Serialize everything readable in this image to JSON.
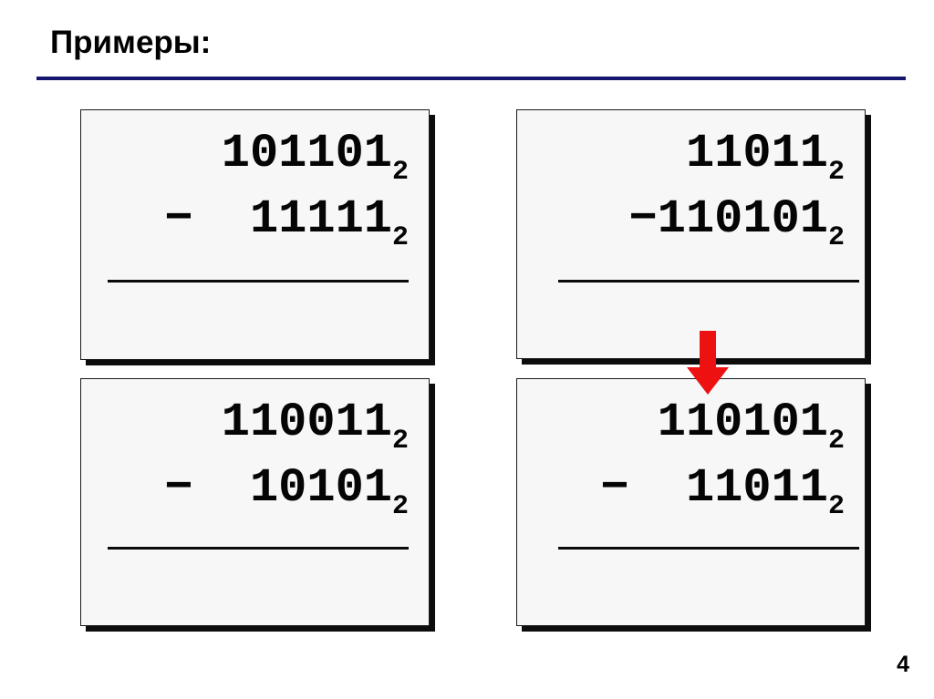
{
  "slide": {
    "title": "Примеры:",
    "page_number": "4",
    "rule_color": "#15156e",
    "arrow_color": "#ee1111",
    "box_fill": "#f7f7f7",
    "box_border": "#1a1a1a"
  },
  "examples": [
    {
      "id": "top-left",
      "name": "example-1",
      "minuend": "101101",
      "minuend_base": "2",
      "subtrahend": "11111",
      "subtrahend_base": "2",
      "operator": "−",
      "line1": "101101",
      "line2": "−  11111",
      "has_rule": true
    },
    {
      "id": "top-right",
      "name": "example-2",
      "minuend": "11011",
      "minuend_base": "2",
      "subtrahend": "110101",
      "subtrahend_base": "2",
      "operator": "−",
      "line1": "11011",
      "line2": "−110101",
      "has_rule": true
    },
    {
      "id": "bottom-left",
      "name": "example-3",
      "minuend": "110011",
      "minuend_base": "2",
      "subtrahend": "10101",
      "subtrahend_base": "2",
      "operator": "−",
      "line1": "110011",
      "line2": "−  10101",
      "has_rule": true
    },
    {
      "id": "bottom-right",
      "name": "example-4",
      "minuend": "110101",
      "minuend_base": "2",
      "subtrahend": "11011",
      "subtrahend_base": "2",
      "operator": "−",
      "line1": "110101",
      "line2": "−  11011",
      "has_rule": true
    }
  ],
  "annotation": {
    "arrow": "red-down-arrow",
    "meaning": "swap-operands"
  }
}
